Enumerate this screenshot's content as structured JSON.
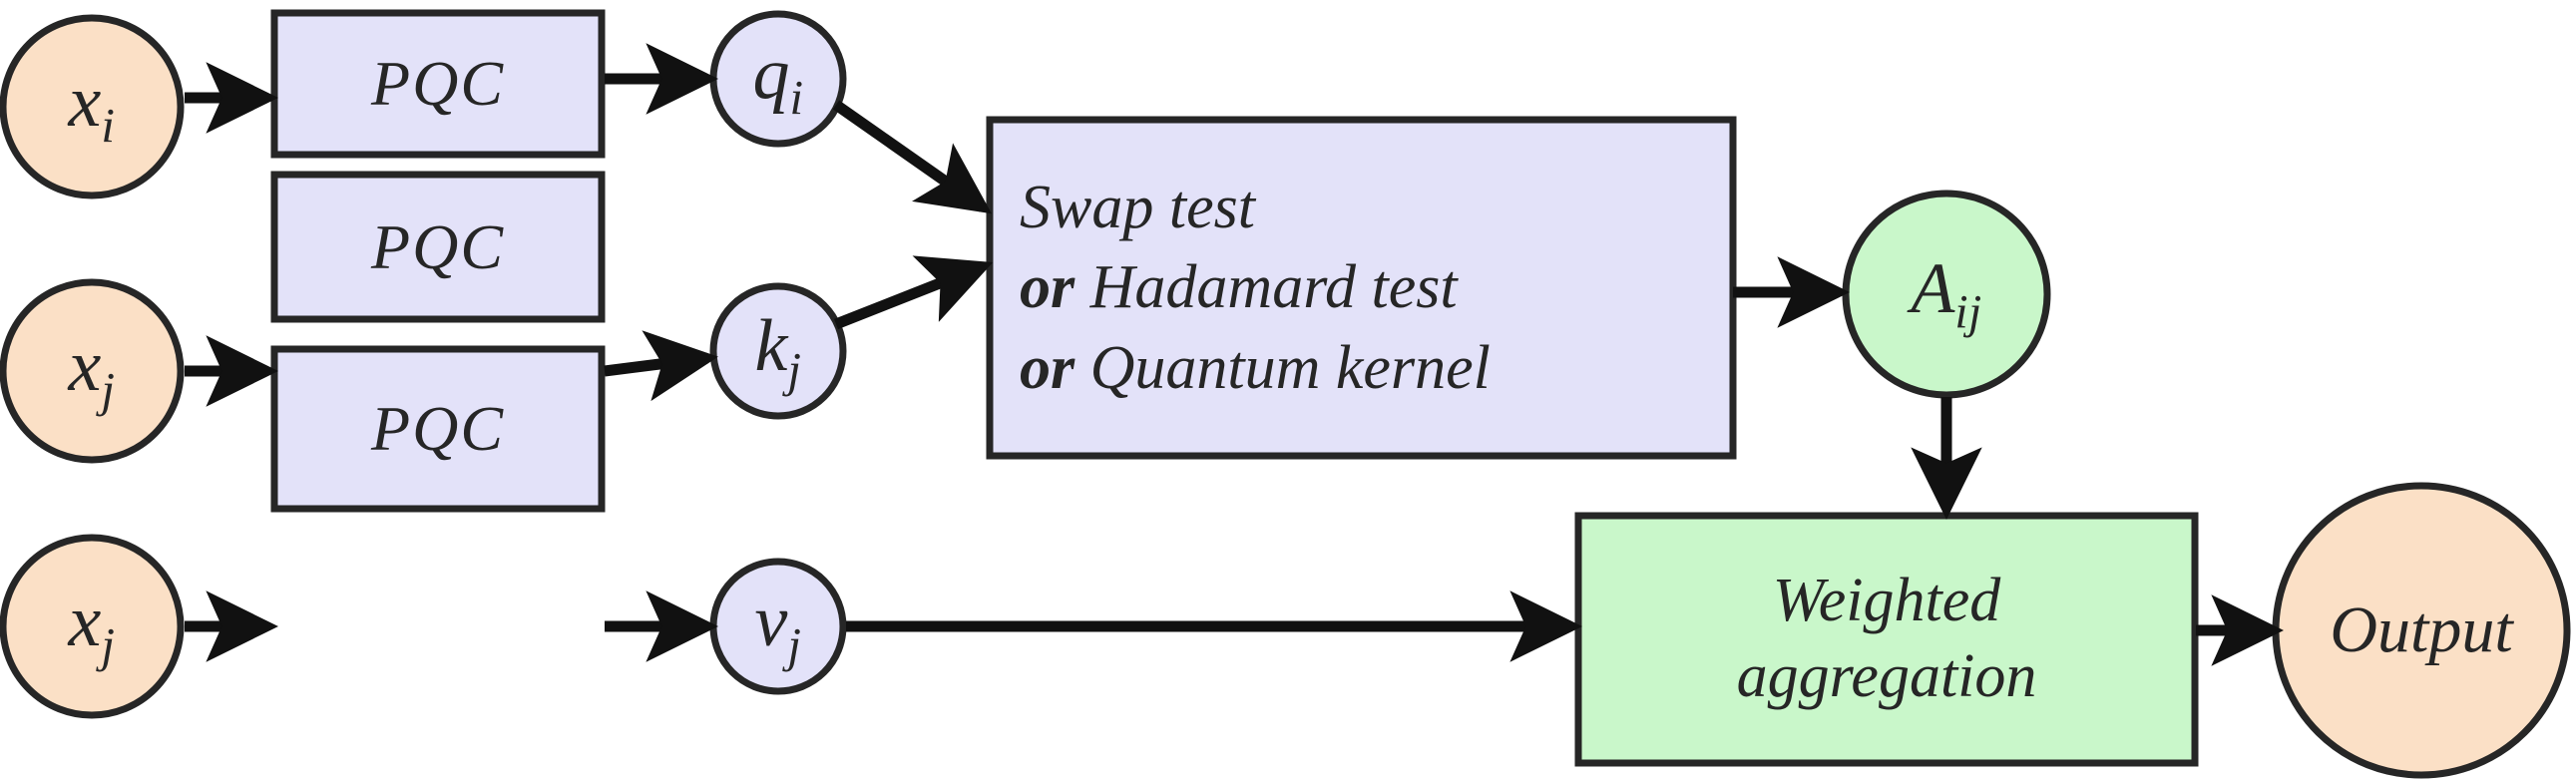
{
  "diagram": {
    "title": "Quantum attention mechanism block diagram",
    "colors": {
      "input_fill": "#fbe0c6",
      "pqc_fill": "#e3e2f9",
      "state_fill": "#e3e2f9",
      "attention_fill": "#c9f7ca",
      "stroke": "#262626",
      "background": "#ffffff",
      "text": "#262626"
    },
    "nodes": {
      "input_xi": {
        "base": "x",
        "subscript": "i"
      },
      "input_xj_mid": {
        "base": "x",
        "subscript": "j"
      },
      "input_xj_bottom": {
        "base": "x",
        "subscript": "j"
      },
      "pqc_top": {
        "label": "PQC"
      },
      "pqc_mid": {
        "label": "PQC"
      },
      "pqc_bottom": {
        "label": "PQC"
      },
      "state_qi": {
        "base": "q",
        "subscript": "i"
      },
      "state_kj": {
        "base": "k",
        "subscript": "j"
      },
      "state_vj": {
        "base": "v",
        "subscript": "j"
      },
      "similarity_box": {
        "line1": "Swap test",
        "line2_bold": "or",
        "line2_rest": "Hadamard test",
        "line3_bold": "or",
        "line3_rest": "Quantum kernel"
      },
      "attention_aij": {
        "base": "A",
        "subscript": "ij"
      },
      "weighted_aggregation": {
        "line1": "Weighted",
        "line2": "aggregation"
      },
      "output": {
        "label": "Output"
      }
    },
    "edges": [
      {
        "from": "input_xi",
        "to": "pqc_top"
      },
      {
        "from": "pqc_top",
        "to": "state_qi"
      },
      {
        "from": "input_xj_mid",
        "to": "pqc_mid"
      },
      {
        "from": "pqc_mid",
        "to": "state_kj"
      },
      {
        "from": "input_xj_bottom",
        "to": "pqc_bottom"
      },
      {
        "from": "pqc_bottom",
        "to": "state_vj"
      },
      {
        "from": "state_qi",
        "to": "similarity_box"
      },
      {
        "from": "state_kj",
        "to": "similarity_box"
      },
      {
        "from": "similarity_box",
        "to": "attention_aij"
      },
      {
        "from": "attention_aij",
        "to": "weighted_aggregation"
      },
      {
        "from": "state_vj",
        "to": "weighted_aggregation"
      },
      {
        "from": "weighted_aggregation",
        "to": "output"
      }
    ]
  }
}
